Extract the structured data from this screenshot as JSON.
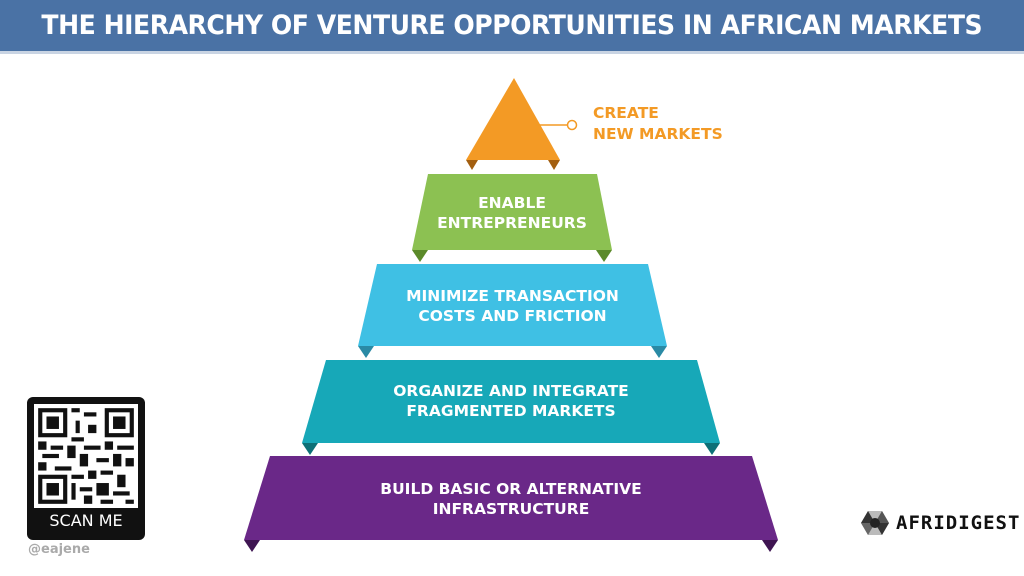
{
  "header": {
    "title": "THE HIERARCHY OF VENTURE OPPORTUNITIES IN AFRICAN MARKETS"
  },
  "pyramid": {
    "top": {
      "label_line1": "CREATE",
      "label_line2": "NEW MARKETS",
      "color": "#f39a25"
    },
    "tiers": [
      {
        "line1": "ENABLE",
        "line2": "ENTREPRENEURS",
        "color": "#8cc152"
      },
      {
        "line1": "MINIMIZE TRANSACTION",
        "line2": "COSTS AND FRICTION",
        "color": "#3fc0e4"
      },
      {
        "line1": "ORGANIZE AND INTEGRATE",
        "line2": "FRAGMENTED MARKETS",
        "color": "#17a8b8"
      },
      {
        "line1": "BUILD BASIC OR ALTERNATIVE",
        "line2": "INFRASTRUCTURE",
        "color": "#6a2888"
      }
    ]
  },
  "qr": {
    "caption": "SCAN ME",
    "handle": "@eajene"
  },
  "brand": {
    "name": "AFRIDIGEST"
  }
}
